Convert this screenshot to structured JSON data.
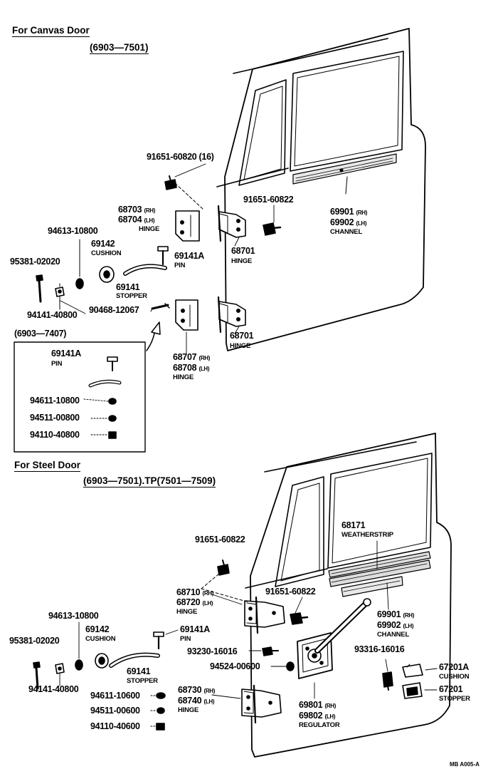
{
  "canvas_section": {
    "title": "For Canvas Door",
    "range": "(6903—7501)",
    "sub_range": "(6903—7407)",
    "labels": {
      "p91651_60820": "91651-60820 (16)",
      "p68703": "68703",
      "p68704": "68704",
      "p91651_60822": "91651-60822",
      "p94613": "94613-10800",
      "p69142": "69142",
      "cushion": "CUSHION",
      "p69141A": "69141A",
      "pin": "PIN",
      "p95381": "95381-02020",
      "p69141": "69141",
      "stopper": "STOPPER",
      "p94141": "94141-40800",
      "p90468": "90468-12067",
      "p68701_top": "68701",
      "p68701_bot": "68701",
      "hinge": "HINGE",
      "p69901": "69901",
      "p69902": "69902",
      "channel": "CHANNEL",
      "p68707": "68707",
      "p68708": "68708",
      "rh": "(RH)",
      "lh": "(LH)"
    },
    "box": {
      "p69141A": "69141A",
      "pin": "PIN",
      "p94611": "94611-10800",
      "p94511": "94511-00800",
      "p94110": "94110-40800"
    }
  },
  "steel_section": {
    "title": "For Steel Door",
    "range": "(6903—7501).TP(7501—7509)",
    "labels": {
      "p68171": "68171",
      "weatherstrip": "WEATHERSTRIP",
      "p91651_a": "91651-60822",
      "p91651_b": "91651-60822",
      "p68710": "68710",
      "p68720": "68720",
      "hinge": "HINGE",
      "p94613": "94613-10800",
      "p69142": "69142",
      "cushion": "CUSHION",
      "p95381": "95381-02020",
      "p69141A": "69141A",
      "pin": "PIN",
      "p69901": "69901",
      "p69902": "69902",
      "channel": "CHANNEL",
      "p93316": "93316-16016",
      "p93230": "93230-16016",
      "p94524": "94524-00600",
      "p67201A": "67201A",
      "p69141": "69141",
      "stopper": "STOPPER",
      "p94141": "94141-40800",
      "p94611": "94611-10600",
      "p94511": "94511-00600",
      "p94110": "94110-40600",
      "p68730": "68730",
      "p68740": "68740",
      "p69801": "69801",
      "p69802": "69802",
      "regulator": "REGULATOR",
      "p67201": "67201",
      "rh": "(RH)",
      "lh": "(LH)"
    }
  },
  "footer": {
    "code": "MB A005-A"
  }
}
